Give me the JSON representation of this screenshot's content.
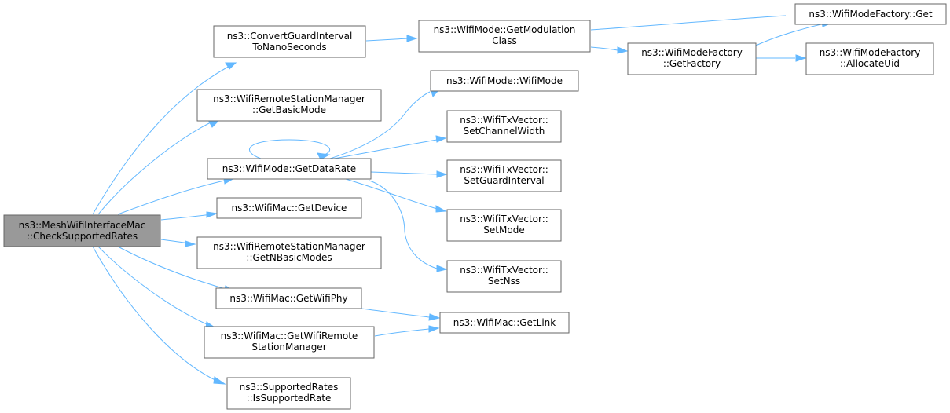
{
  "colors": {
    "edge": "#63b8ff",
    "node_border": "#666666",
    "root_fill": "#999999",
    "node_fill": "#ffffff"
  },
  "nodes": {
    "root": {
      "lines": [
        "ns3::MeshWifiInterfaceMac",
        "::CheckSupportedRates"
      ]
    },
    "cgi": {
      "lines": [
        "ns3::ConvertGuardInterval",
        "ToNanoSeconds"
      ]
    },
    "gmc": {
      "lines": [
        "ns3::WifiMode::GetModulation",
        "Class"
      ]
    },
    "wmfget": {
      "lines": [
        "ns3::WifiModeFactory::Get"
      ]
    },
    "gf": {
      "lines": [
        "ns3::WifiModeFactory",
        "::GetFactory"
      ]
    },
    "au": {
      "lines": [
        "ns3::WifiModeFactory",
        "::AllocateUid"
      ]
    },
    "gbm": {
      "lines": [
        "ns3::WifiRemoteStationManager",
        "::GetBasicMode"
      ]
    },
    "wm": {
      "lines": [
        "ns3::WifiMode::WifiMode"
      ]
    },
    "gdr": {
      "lines": [
        "ns3::WifiMode::GetDataRate"
      ]
    },
    "scw": {
      "lines": [
        "ns3::WifiTxVector::",
        "SetChannelWidth"
      ]
    },
    "sgi": {
      "lines": [
        "ns3::WifiTxVector::",
        "SetGuardInterval"
      ]
    },
    "gdev": {
      "lines": [
        "ns3::WifiMac::GetDevice"
      ]
    },
    "smode": {
      "lines": [
        "ns3::WifiTxVector::",
        "SetMode"
      ]
    },
    "gnbm": {
      "lines": [
        "ns3::WifiRemoteStationManager",
        "::GetNBasicModes"
      ]
    },
    "snss": {
      "lines": [
        "ns3::WifiTxVector::",
        "SetNss"
      ]
    },
    "gwp": {
      "lines": [
        "ns3::WifiMac::GetWifiPhy"
      ]
    },
    "glink": {
      "lines": [
        "ns3::WifiMac::GetLink"
      ]
    },
    "gwrsm": {
      "lines": [
        "ns3::WifiMac::GetWifiRemote",
        "StationManager"
      ]
    },
    "isr": {
      "lines": [
        "ns3::SupportedRates",
        "::IsSupportedRate"
      ]
    }
  },
  "edges": [
    [
      "root",
      "cgi"
    ],
    [
      "root",
      "gbm"
    ],
    [
      "root",
      "gdr"
    ],
    [
      "root",
      "gdev"
    ],
    [
      "root",
      "gnbm"
    ],
    [
      "root",
      "gwp"
    ],
    [
      "root",
      "gwrsm"
    ],
    [
      "root",
      "isr"
    ],
    [
      "cgi",
      "gmc"
    ],
    [
      "gmc",
      "wmfget"
    ],
    [
      "gmc",
      "gf"
    ],
    [
      "gf",
      "wmfget"
    ],
    [
      "gf",
      "au"
    ],
    [
      "gdr",
      "gdr"
    ],
    [
      "gdr",
      "wm"
    ],
    [
      "gdr",
      "scw"
    ],
    [
      "gdr",
      "sgi"
    ],
    [
      "gdr",
      "smode"
    ],
    [
      "gdr",
      "snss"
    ],
    [
      "gwp",
      "glink"
    ],
    [
      "gwrsm",
      "glink"
    ]
  ]
}
